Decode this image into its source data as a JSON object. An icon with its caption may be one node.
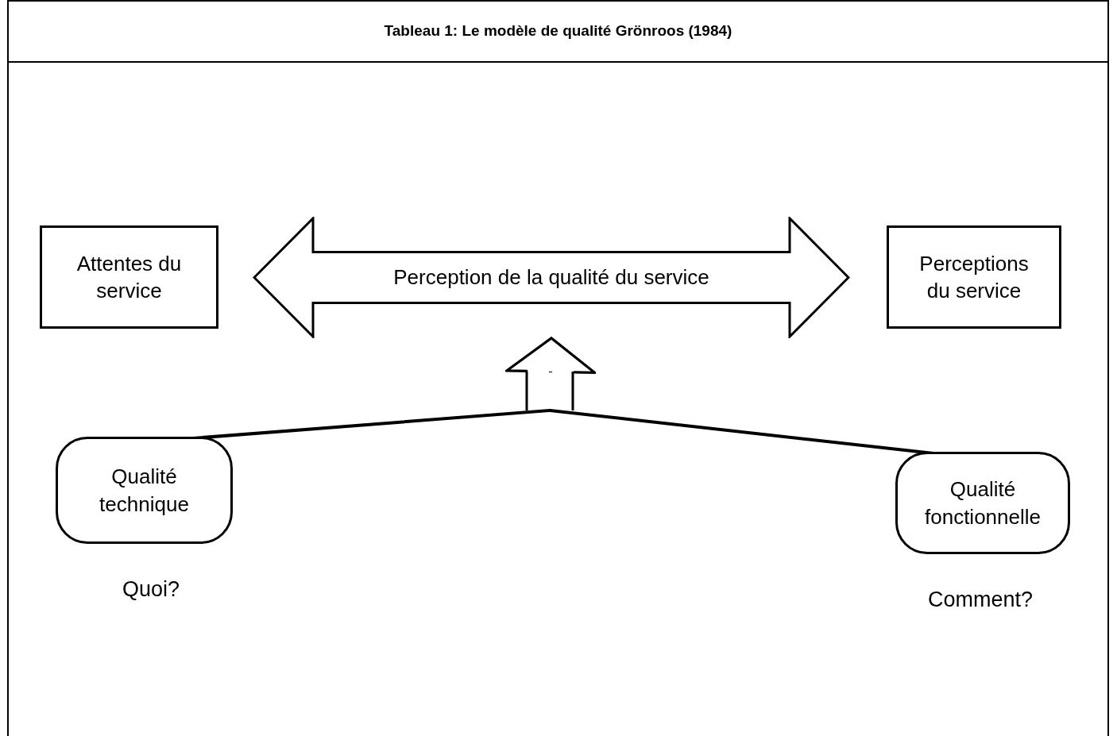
{
  "diagram": {
    "title": "Tableau 1:  Le modèle de qualité Grönroos (1984)",
    "nodes": [
      {
        "text": [
          "Attentes du service"
        ]
      },
      {
        "text": [
          "Perception de la qualité du service"
        ]
      },
      {
        "text": [
          "Perceptions du service"
        ]
      },
      {
        "text": [
          "Qualité technique"
        ],
        "beside": [
          "Quoi?"
        ]
      },
      {
        "text": [
          "Qualité fonctionnelle"
        ],
        "beside": [
          "Comment?"
        ]
      }
    ],
    "edges": [
      {
        "from": 3,
        "to": 1,
        "arrow": "to"
      },
      {
        "from": 4,
        "to": 1,
        "arrow": "to"
      }
    ]
  }
}
